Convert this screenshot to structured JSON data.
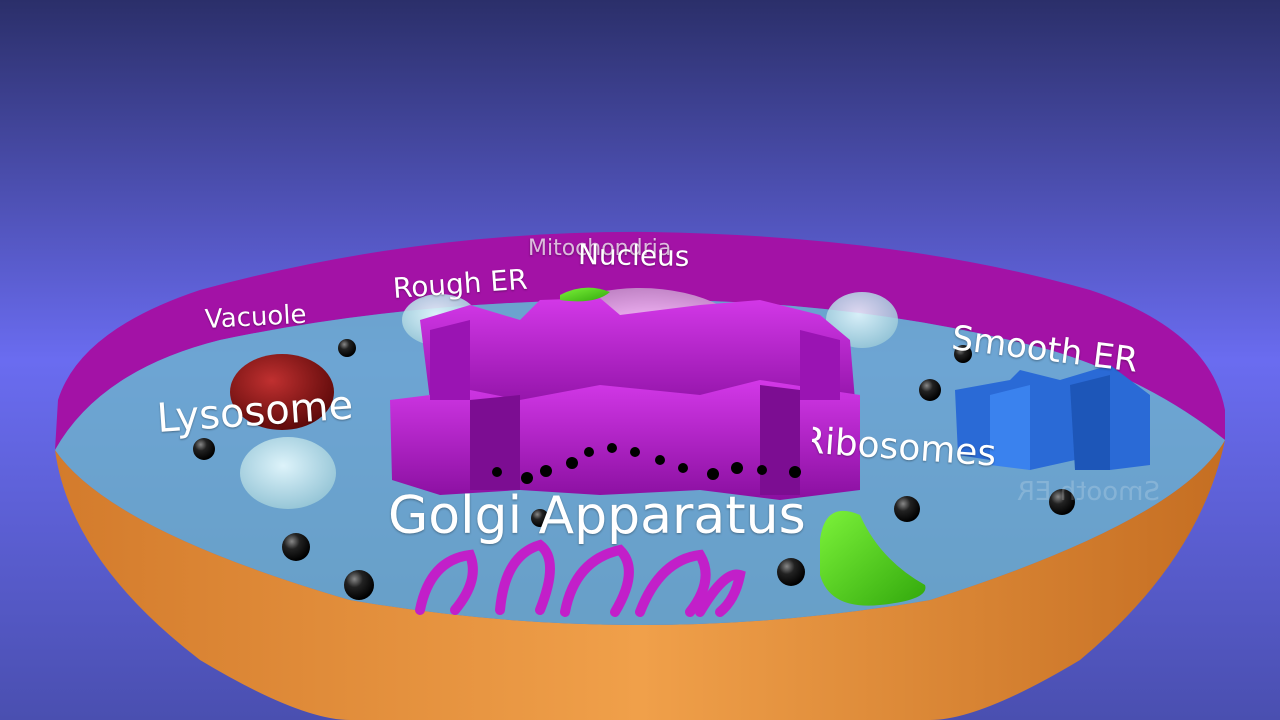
{
  "labels": {
    "vacuole": "Vacuole",
    "rough_er": "Rough ER",
    "mitochondria": "Mitochondria",
    "nucleus": "Nucleus",
    "smooth_er": "Smooth ER",
    "lysosome": "Lysosome",
    "ribosomes": "Ribosomes",
    "golgi": "Golgi Apparatus"
  },
  "colors": {
    "background_top": "#3a3f86",
    "background_mid": "#6a6cf0",
    "membrane": "#b31fb3",
    "cytoplasm": "#6fb6c9",
    "cell_wall_exterior": "#e08a3a",
    "nucleus": "#e7b4e8",
    "er": "#b317c9",
    "smooth_er": "#2f73e0",
    "lysosome": "#8b0f0f",
    "mitochondria": "#55d61c",
    "vacuole": "#a9d8e6",
    "ribosome": "#111111"
  }
}
